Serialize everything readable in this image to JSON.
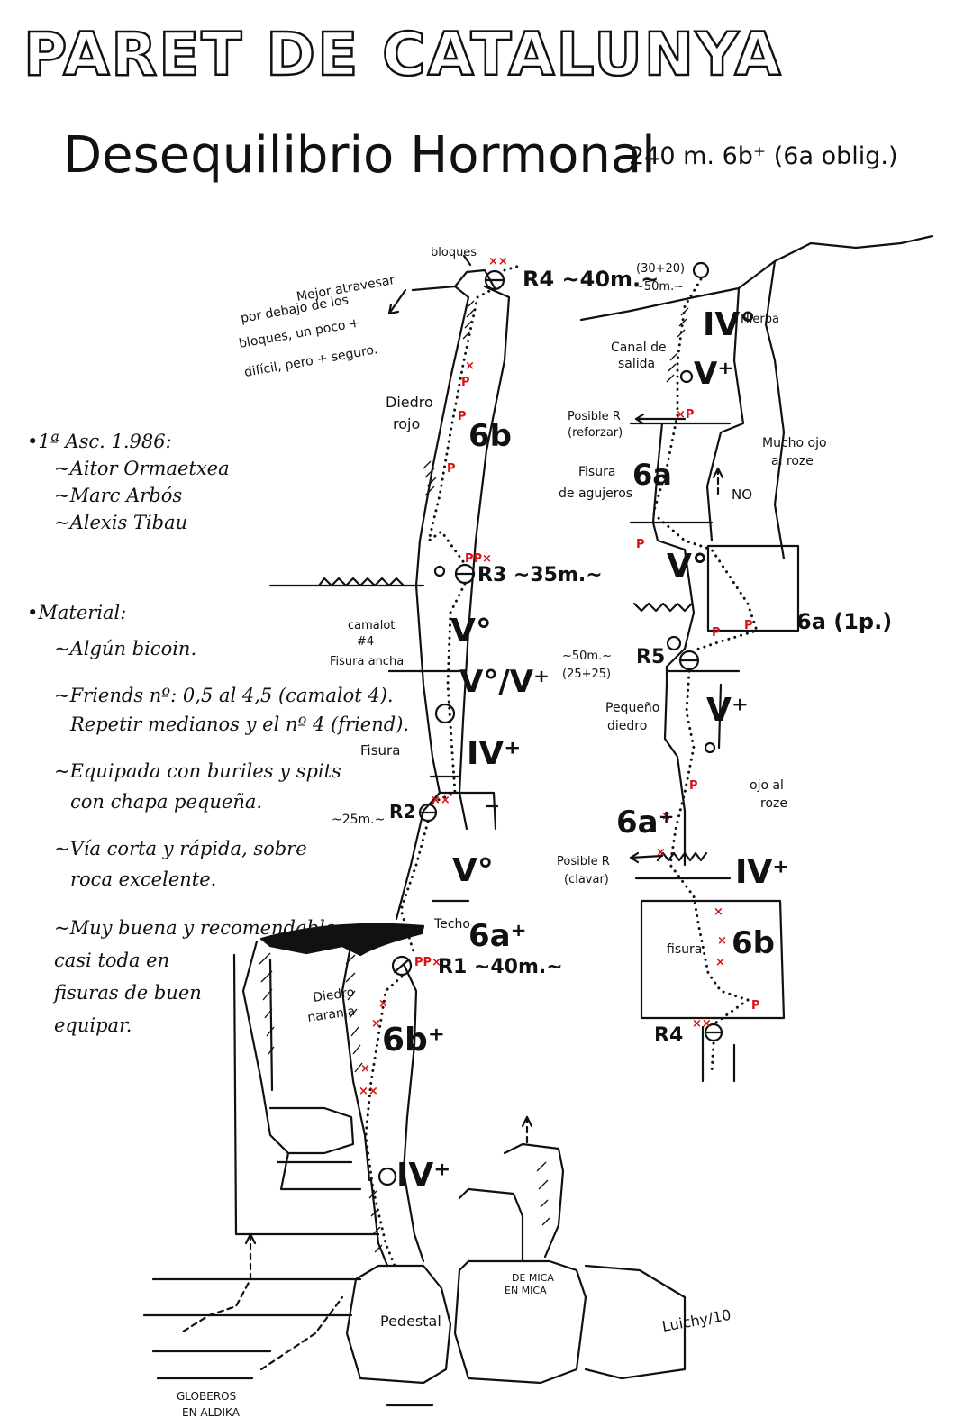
{
  "title": "PARET DE CATALUNYA",
  "route_name": "Desequilibrio Hormonal",
  "route_stats": "240 m. 6b⁺ (6a oblig.)",
  "first_ascent": {
    "label": "•1ª Asc. 1.986:",
    "climbers": [
      "~Aitor Ormaetxea",
      "~Marc Arbós",
      "~Alexis Tibau"
    ]
  },
  "material": {
    "label": "•Material:",
    "lines": [
      "~Algún bicoin.",
      "~Friends nº: 0,5 al 4,5 (camalot 4).",
      "Repetir medianos y el nº 4 (friend).",
      "~Equipada con buriles y spits",
      "con chapa pequeña.",
      "~Vía corta y rápida, sobre",
      "roca excelente.",
      "~Muy buena y recomendable,",
      "casi toda en",
      "fisuras de buen",
      "equipar."
    ]
  },
  "left_column": {
    "belays": {
      "r4": "R4 ~40m.~",
      "r3": "R3 ~35m.~",
      "r2": "R2",
      "r2_len": "~25m.~",
      "r1": "R1 ~40m.~"
    },
    "grades": {
      "p5": "6b",
      "p4a": "V°",
      "p4b": "V°/V⁺",
      "p4c": "IV⁺",
      "p3": "V°",
      "p2a": "6a⁺",
      "p2b": "6b⁺",
      "p1": "IV⁺"
    },
    "notes": {
      "bloques": "bloques",
      "mejor": [
        "Mejor atravesar",
        "por debajo de los",
        "bloques, un poco +",
        "difícil, pero + seguro."
      ],
      "diedro_rojo": [
        "Diedro",
        "rojo"
      ],
      "camalot": [
        "camalot",
        "#4"
      ],
      "fisura_ancha": "Fisura ancha",
      "fisura": "Fisura",
      "techo": "Techo",
      "diedro_naranja": [
        "Diedro",
        "naranja"
      ],
      "pedestal": "Pedestal",
      "globeros": [
        "GLOBEROS",
        "EN ALDIKA"
      ],
      "de_mica": [
        "DE MICA",
        "EN MICA"
      ]
    }
  },
  "right_column": {
    "top_len": [
      "(30+20)",
      "~50m.~"
    ],
    "grades": {
      "g1": "IV°",
      "g2": "V⁺",
      "g3": "6a",
      "g4": "V°",
      "g5": "6a (1p.)",
      "g6": "V⁺",
      "g7": "6a⁺",
      "g8": "IV⁺",
      "g9": "6b"
    },
    "belays": {
      "r5": "R5",
      "r5_len": [
        "~50m.~",
        "(25+25)"
      ],
      "r4": "R4"
    },
    "notes": {
      "hierba": "Hierba",
      "canal": [
        "Canal de",
        "salida"
      ],
      "posible_r1": [
        "Posible R",
        "(reforzar)"
      ],
      "mucho_ojo": [
        "Mucho ojo",
        "al roze"
      ],
      "no": "NO",
      "fisura_agujeros": [
        "Fisura",
        "de agujeros"
      ],
      "pequeno_diedro": [
        "Pequeño",
        "diedro"
      ],
      "ojo_roze": [
        "ojo al",
        "roze"
      ],
      "posible_r2": [
        "Posible R",
        "(clavar)"
      ],
      "fisura": "fisura"
    }
  },
  "signature": "Luichy/10",
  "colors": {
    "ink": "#111111",
    "protection": "#d11111"
  }
}
